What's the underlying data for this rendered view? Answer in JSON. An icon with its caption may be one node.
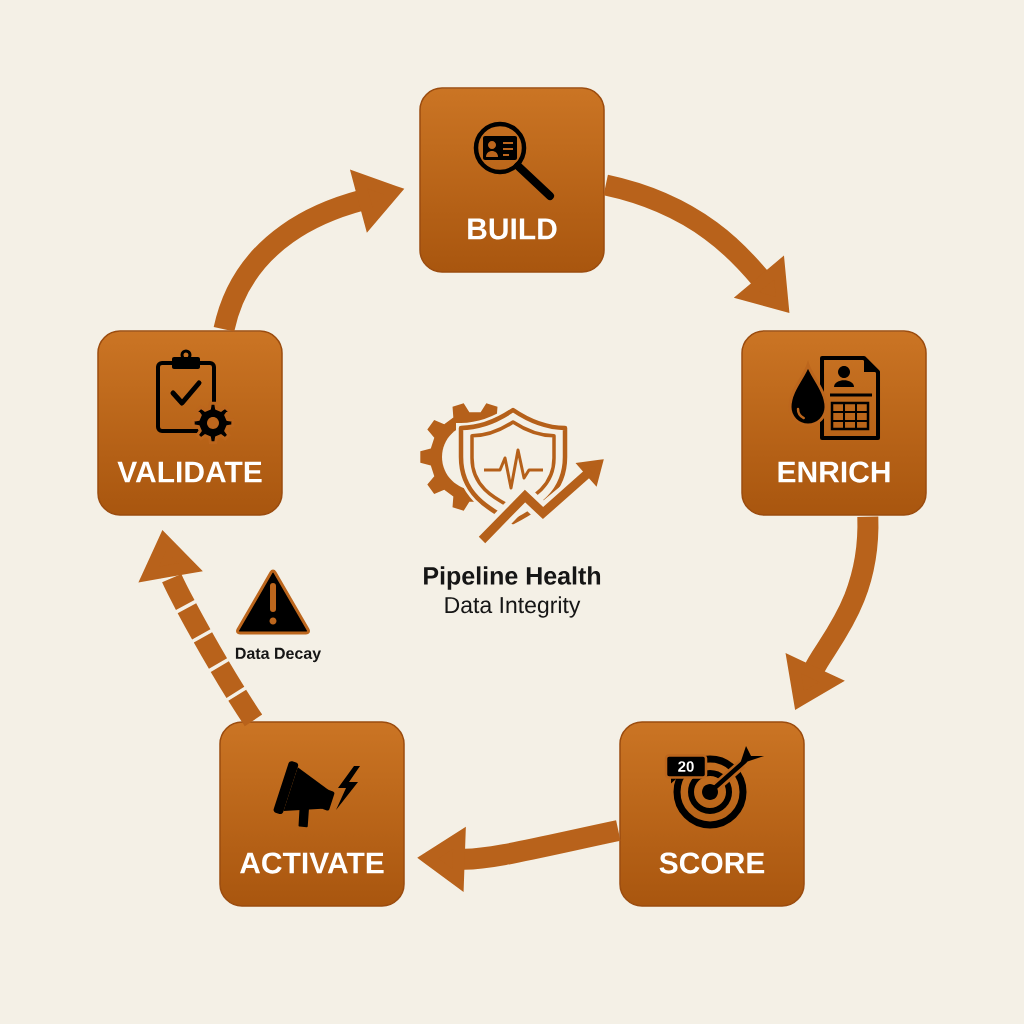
{
  "diagram": {
    "nodes": [
      {
        "text": [
          "BUILD"
        ]
      },
      {
        "text": [
          "ENRICH"
        ]
      },
      {
        "text": [
          "20",
          "SCORE"
        ]
      },
      {
        "text": [
          "ACTIVATE"
        ]
      },
      {
        "text": [
          "VALIDATE"
        ]
      }
    ],
    "edges": [
      {
        "from": 0,
        "to": 1,
        "arrow": "to"
      },
      {
        "from": 1,
        "to": 2,
        "arrow": "to"
      },
      {
        "from": 2,
        "to": 3,
        "arrow": "to"
      },
      {
        "from": 3,
        "to": 4,
        "arrow": "to",
        "style": "dashed"
      },
      {
        "from": 4,
        "to": 0,
        "arrow": "to"
      }
    ],
    "labels": [
      "Pipeline Health",
      "Data Integrity",
      "Data Decay"
    ]
  }
}
